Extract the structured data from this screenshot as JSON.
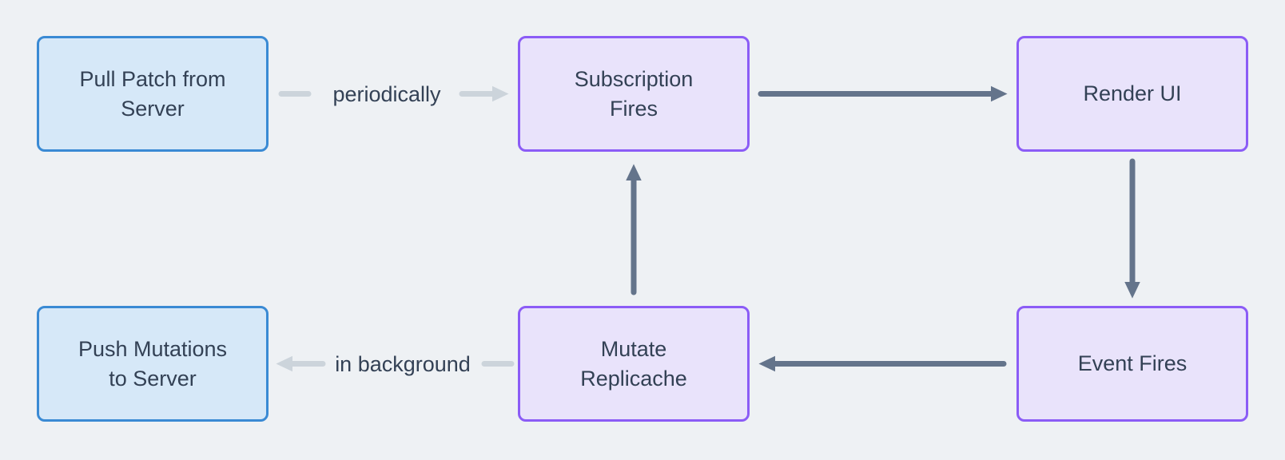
{
  "diagram": {
    "nodes": {
      "pull_patch": {
        "label": [
          "Pull Patch from",
          "Server"
        ],
        "type": "server"
      },
      "subscription_fires": {
        "label": [
          "Subscription",
          "Fires"
        ],
        "type": "client"
      },
      "render_ui": {
        "label": [
          "Render UI"
        ],
        "type": "client"
      },
      "event_fires": {
        "label": [
          "Event Fires"
        ],
        "type": "client"
      },
      "mutate_replicache": {
        "label": [
          "Mutate",
          "Replicache"
        ],
        "type": "client"
      },
      "push_mutations": {
        "label": [
          "Push Mutations",
          "to Server"
        ],
        "type": "server"
      }
    },
    "edge_labels": {
      "periodically": "periodically",
      "in_background": "in background"
    },
    "edges": [
      {
        "from": "pull_patch",
        "to": "subscription_fires",
        "label": "periodically",
        "style": "light"
      },
      {
        "from": "subscription_fires",
        "to": "render_ui",
        "label": "",
        "style": "dark"
      },
      {
        "from": "render_ui",
        "to": "event_fires",
        "label": "",
        "style": "dark"
      },
      {
        "from": "event_fires",
        "to": "mutate_replicache",
        "label": "",
        "style": "dark"
      },
      {
        "from": "mutate_replicache",
        "to": "subscription_fires",
        "label": "",
        "style": "dark"
      },
      {
        "from": "mutate_replicache",
        "to": "push_mutations",
        "label": "in background",
        "style": "light"
      }
    ],
    "colors": {
      "background": "#eef1f4",
      "node_server_fill": "#d6e8f8",
      "node_server_border": "#3a8ad4",
      "node_client_fill": "#e9e3fb",
      "node_client_border": "#8b5cf6",
      "arrow_dark": "#64748b",
      "arrow_light": "#ccd4db",
      "text": "#334155"
    }
  }
}
